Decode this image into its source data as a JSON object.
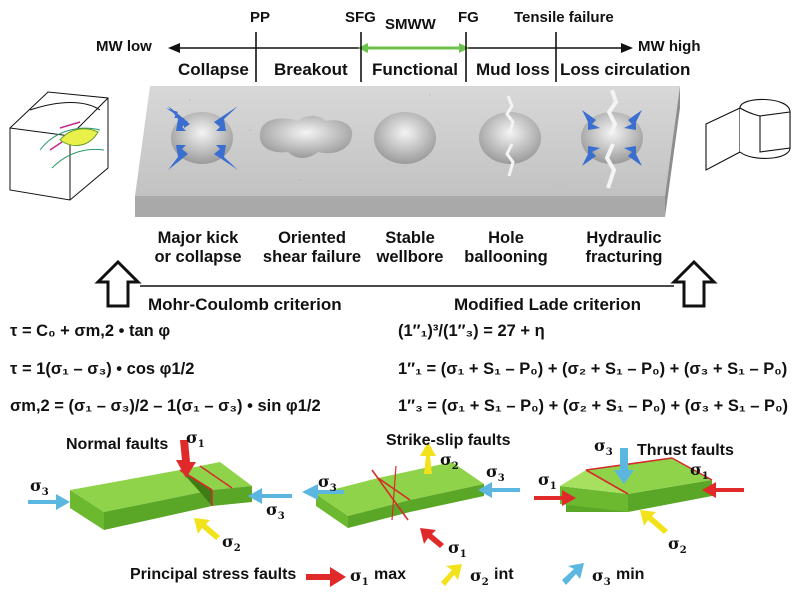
{
  "colors": {
    "axis": "#111111",
    "smww": "#6cc24a",
    "slab": "#c9c9c9",
    "arrow_blue": "#3a6fd0",
    "fault_green": "#8fd34a",
    "fault_red": "#d42b2b",
    "s1_red": "#e02a2a",
    "s2_yellow": "#f2e21a",
    "s3_blue": "#5bb6e0"
  },
  "top_labels": {
    "pp": "PP",
    "sfg": "SFG",
    "smww": "SMWW",
    "fg": "FG",
    "tensile": "Tensile failure",
    "mw_low": "MW low",
    "mw_high": "MW high"
  },
  "zones": [
    "Collapse",
    "Breakout",
    "Functional",
    "Mud loss",
    "Loss circulation"
  ],
  "outcomes": [
    {
      "line1": "Major kick",
      "line2": "or collapse"
    },
    {
      "line1": "Oriented",
      "line2": "shear failure"
    },
    {
      "line1": "Stable",
      "line2": "wellbore"
    },
    {
      "line1": "Hole",
      "line2": "ballooning"
    },
    {
      "line1": "Hydraulic",
      "line2": "fracturing"
    }
  ],
  "criteria": {
    "mohr": {
      "title": "Mohr-Coulomb criterion",
      "eq1": "τ = C₀ + σm,2 • tan φ",
      "eq2": "τ = 1(σ₁ – σ₃) • cos φ1/2",
      "eq3": "σm,2 = (σ₁ – σ₃)/2 – 1(σ₁ – σ₃) • sin φ1/2"
    },
    "lade": {
      "title": "Modified Lade criterion",
      "eq1": "(1″₁)³/(1″₃) = 27 + η",
      "eq2": "1″₁ = (σ₁ + S₁ – P₀) + (σ₂ + S₁ – P₀) + (σ₃ + S₁ – P₀)",
      "eq3": "1″₃ = (σ₁ + S₁ – P₀) + (σ₂ + S₁ – P₀) + (σ₃ + S₁ – P₀)"
    }
  },
  "faults": {
    "normal": "Normal faults",
    "strike": "Strike-slip faults",
    "thrust": "Thrust faults"
  },
  "legend": {
    "title": "Principal stress faults",
    "s1": "max",
    "s2": "int",
    "s3": "min"
  },
  "icons": [
    "wellbore-block-icon",
    "casing-section-icon",
    "up-arrow-icon"
  ]
}
